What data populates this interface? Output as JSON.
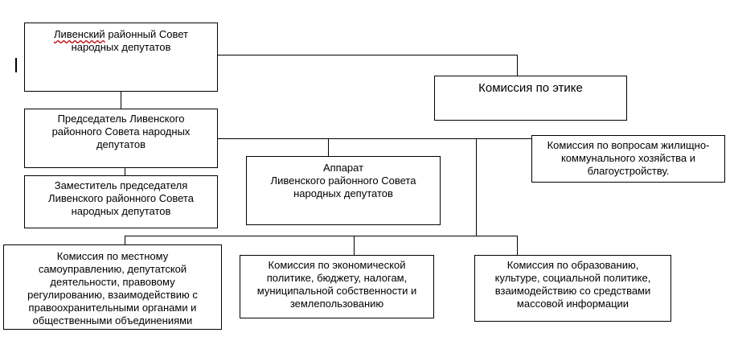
{
  "diagram": {
    "council": {
      "line1_word": "Ливенский",
      "line1_rest": " районный Совет",
      "line2": "народных депутатов"
    },
    "ethics_commission": "Комиссия по этике",
    "chairman": "Председатель Ливенского районного Совета народных депутатов",
    "deputy": "Заместитель председателя Ливенского районного Совета народных депутатов",
    "apparatus": {
      "line1": "Аппарат",
      "line2": "Ливенского районного Совета народных депутатов"
    },
    "housing_commission": "Комиссия по вопросам жилищно-коммунального хозяйства и благоустройству.",
    "local_self_commission": "Комиссия по местному самоуправлению, депутатской деятельности, правовому регулированию, взаимодействию с правоохранительными органами и общественными объединениями",
    "economic_commission": "Комиссия по экономической политике, бюджету, налогам, муниципальной собственности и землепользованию",
    "education_commission": "Комиссия по образованию, культуре, социальной политике, взаимодействию со средствами массовой информации"
  }
}
